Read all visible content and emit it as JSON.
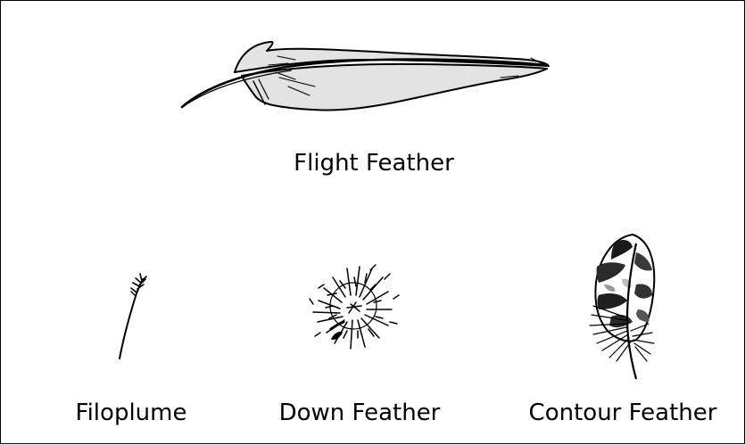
{
  "labels": {
    "flight_feather": "Flight Feather",
    "filoplume": "Filoplume",
    "down_feather": "Down Feather",
    "contour_feather": "Contour Feather"
  },
  "colors": {
    "stroke": "#000000",
    "vane_fill": "#e3e3e3",
    "background": "#ffffff",
    "contour_dark": "#3a3a3a",
    "contour_light": "#d8d8d8"
  },
  "icons": [
    "flight-feather-icon",
    "filoplume-icon",
    "down-feather-icon",
    "contour-feather-icon"
  ]
}
